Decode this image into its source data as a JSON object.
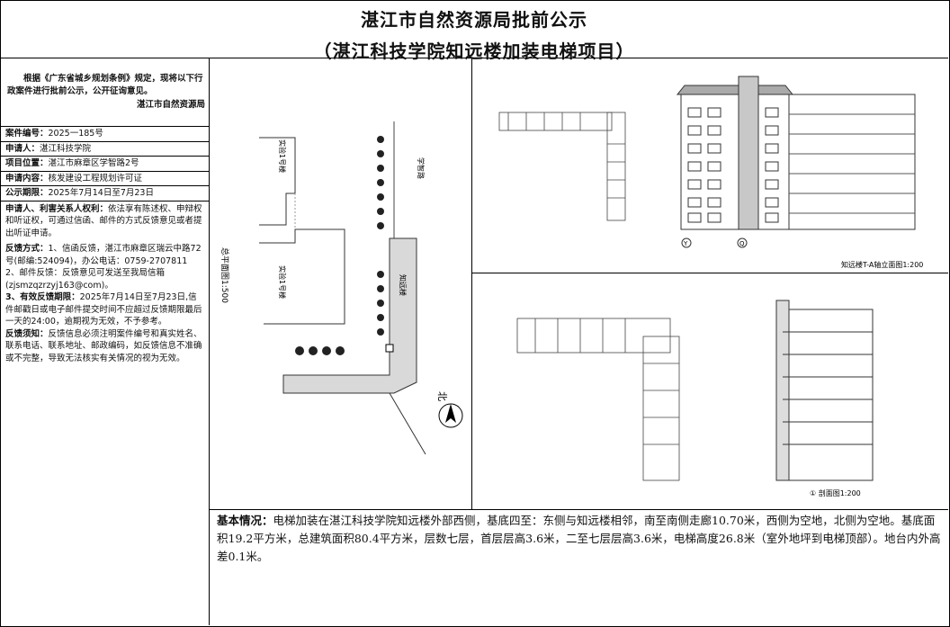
{
  "header": {
    "title": "湛江市自然资源局批前公示",
    "subtitle": "（湛江科技学院知远楼加装电梯项目）"
  },
  "intro": {
    "text": "根据《广东省城乡规划条例》规定，现将以下行政案件进行批前公示，公开征询意见。",
    "org": "湛江市自然资源局"
  },
  "fields": {
    "case_label": "案件编号：",
    "case_value": "2025一185号",
    "applicant_label": "申请人：",
    "applicant_value": "湛江科技学院",
    "location_label": "项目位置：",
    "location_value": "湛江市麻章区学智路2号",
    "content_label": "申请内容：",
    "content_value": "核发建设工程规划许可证",
    "period_label": "公示期限：",
    "period_value": "2025年7月14日至7月23日"
  },
  "rights": {
    "label": "申请人、利害关系人权利：",
    "text": "依法享有陈述权、申辩权和听证权，可通过信函、邮件的方式反馈意见或者提出听证申请。"
  },
  "feedback": {
    "label": "反馈方式：",
    "text1": "1、信函反馈，湛江市麻章区瑞云中路72号(邮编:524094)，办公电话：0759-2707811",
    "text2": "2、邮件反馈：反馈意见可发送至我局信箱(zjsmzqzrzyj163@com)。",
    "valid_label": "3、有效反馈期限：",
    "valid_text": "2025年7月14日至7月23日,信件邮戳日或电子邮件提交时间不应超过反馈期限最后一天的24:00，逾期视为无效，不予参考。",
    "notice_label": "反馈须知：",
    "notice_text": "反馈信息必须注明案件编号和真实姓名、联系电话、联系地址、邮政编码，如反馈信息不准确或不完整，导致无法核实有关情况的视为无效。"
  },
  "site_plan": {
    "label_left_top": "实验1号楼",
    "label_left_mid": "实验1号楼",
    "label_road": "学智路",
    "label_building": "知远楼",
    "scale_label": "总平面图1:500",
    "north_label": "北"
  },
  "elevation": {
    "label": "知远楼T-A轴立面图1:200",
    "axis_left": "Y",
    "axis_right": "Q"
  },
  "section": {
    "label": "① 剖面图1:200"
  },
  "basic": {
    "label": "基本情况：",
    "text": "电梯加装在湛江科技学院知远楼外部西侧，基底四至：东侧与知远楼相邻，南至南侧走廊10.70米，西侧为空地，北侧为空地。基底面积19.2平方米，总建筑面积80.4平方米，层数七层，首层层高3.6米，二至七层层高3.6米，电梯高度26.8米（室外地坪到电梯顶部）。地台内外高差0.1米。"
  }
}
